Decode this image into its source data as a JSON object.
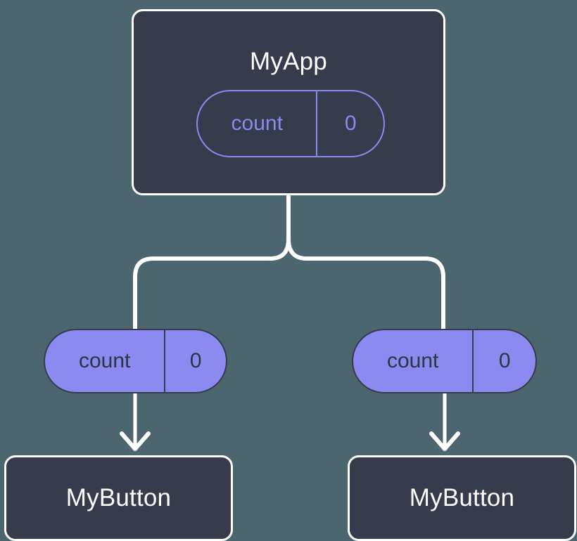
{
  "diagram": {
    "type": "component-tree",
    "background_color": "#4c6670",
    "node_fill_color": "#363c4c",
    "node_border_color": "#ffffff",
    "node_label_color": "#ffffff",
    "state_accent_color": "#8a8af0",
    "pill_text_dark_color": "#2e3440",
    "edge_color": "#ffffff"
  },
  "root": {
    "title": "MyApp",
    "state": {
      "key": "count",
      "value": "0"
    }
  },
  "children": [
    {
      "prop": {
        "key": "count",
        "value": "0"
      },
      "title": "MyButton"
    },
    {
      "prop": {
        "key": "count",
        "value": "0"
      },
      "title": "MyButton"
    }
  ],
  "edges": {
    "branch_label": "",
    "arrow_label": ""
  }
}
